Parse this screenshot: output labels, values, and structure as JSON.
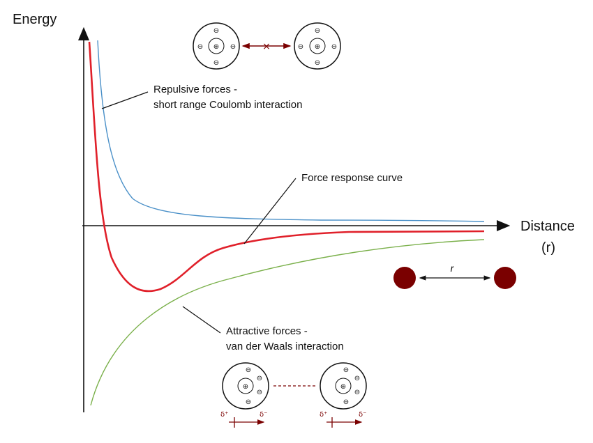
{
  "axes": {
    "y_label": "Energy",
    "x_label_line1": "Distance",
    "x_label_line2": "(r)"
  },
  "annotations": {
    "repulsive_line1": "Repulsive forces -",
    "repulsive_line2": "short range Coulomb interaction",
    "force_response": "Force response curve",
    "attractive_line1": "Attractive forces -",
    "attractive_line2": "van der Waals interaction"
  },
  "separation": {
    "r_label": "r"
  },
  "atom_symbols": {
    "nucleus": "⊕",
    "electron": "⊖",
    "delta_plus": "δ⁺",
    "delta_minus": "δ⁻",
    "blocked": "×"
  },
  "colors": {
    "repulsive_curve": "#4a90c8",
    "response_curve": "#e0202a",
    "attractive_curve": "#7ab04a",
    "arrow_dark_red": "#7a0000",
    "particle": "#7a0000"
  }
}
